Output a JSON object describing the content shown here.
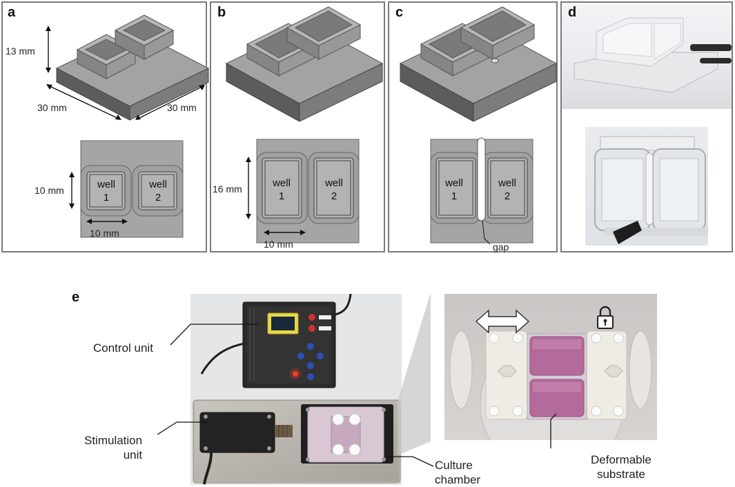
{
  "panels": {
    "a": {
      "label": "a",
      "dim_height": "13 mm",
      "dim_length": "30 mm",
      "dim_width": "30 mm",
      "dim_well_height": "10 mm",
      "dim_well_width": "10 mm",
      "well1": [
        "well",
        "1"
      ],
      "well2": [
        "well",
        "2"
      ]
    },
    "b": {
      "label": "b",
      "dim_well_height": "16 mm",
      "dim_well_width": "10 mm",
      "well1": [
        "well",
        "1"
      ],
      "well2": [
        "well",
        "2"
      ]
    },
    "c": {
      "label": "c",
      "well1": [
        "well",
        "1"
      ],
      "well2": [
        "well",
        "2"
      ],
      "gap_label": "gap"
    },
    "d": {
      "label": "d"
    },
    "e": {
      "label": "e",
      "control_unit": "Control unit",
      "stimulation_unit": [
        "Stimulation",
        "unit"
      ],
      "culture_chamber": [
        "Culture",
        "chamber"
      ],
      "deformable_substrate": [
        "Deformable",
        "substrate"
      ]
    }
  },
  "colors": {
    "border": "#7a7a7a",
    "cad_top": "#9a9a9a",
    "cad_side": "#6a6a6a",
    "cad_front": "#4e4e4e",
    "medium_pink": "#b46a9a"
  }
}
